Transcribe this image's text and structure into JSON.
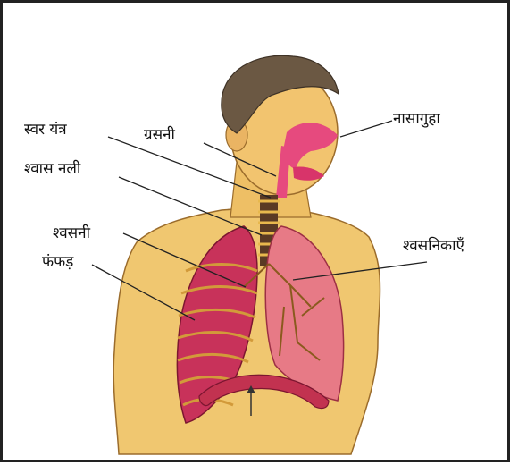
{
  "labels": {
    "larynx": "स्वर यंत्र",
    "pharynx": "ग्रसनी",
    "nasal_cavity": "नासागुहा",
    "trachea": "श्वास नली",
    "bronchi": "श्वसनी",
    "lungs": "फंफड़",
    "bronchioles": "श्वसनिकाएँ"
  },
  "colors": {
    "skin": "#f0c770",
    "hair": "#6b5843",
    "airway": "#e64a7e",
    "lung_right": "#c8325a",
    "lung_left": "#e77a86",
    "diaphragm": "#c23250"
  }
}
